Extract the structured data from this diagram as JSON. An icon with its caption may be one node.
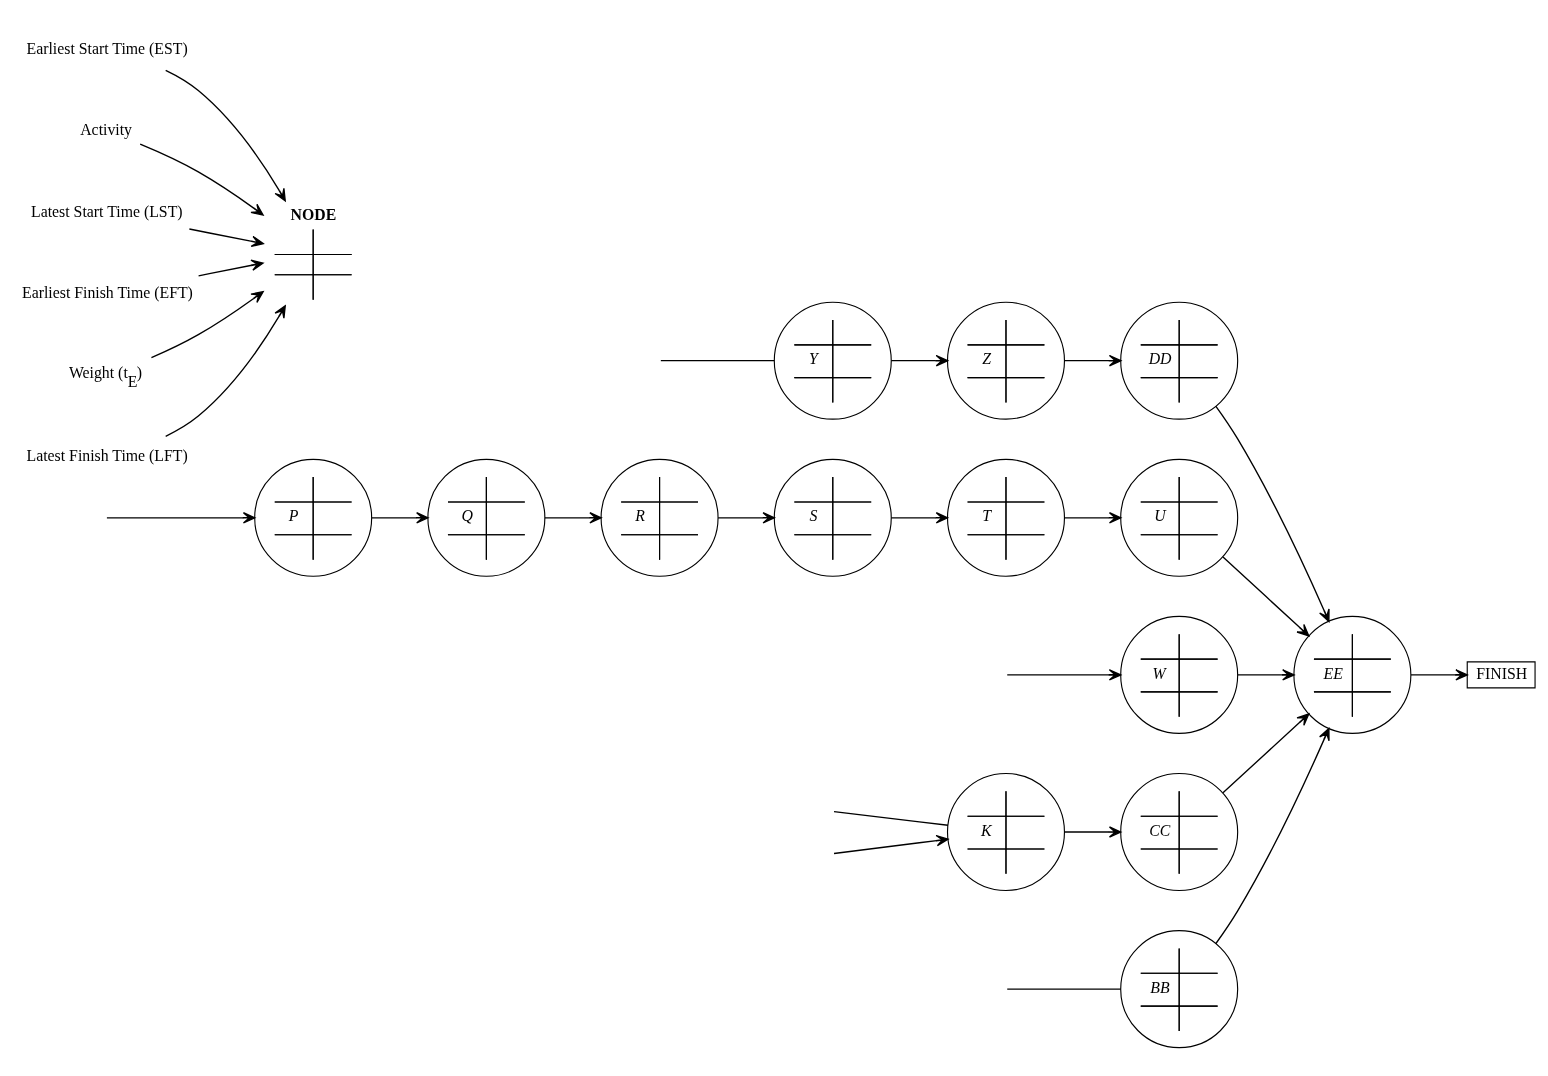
{
  "diagram": {
    "nodes": [
      {
        "text": [
          "BB"
        ]
      },
      {
        "text": [
          "Y"
        ]
      },
      {
        "text": [
          "Z"
        ]
      },
      {
        "text": [
          "DD"
        ]
      },
      {
        "text": [
          "P"
        ]
      },
      {
        "text": [
          "Q"
        ]
      },
      {
        "text": [
          "R"
        ]
      },
      {
        "text": [
          "S"
        ]
      },
      {
        "text": [
          "T"
        ]
      },
      {
        "text": [
          "U"
        ]
      },
      {
        "text": [
          "EE"
        ]
      },
      {
        "text": [
          "FINISH"
        ]
      },
      {
        "text": [
          "W"
        ]
      },
      {
        "text": [
          "K"
        ]
      },
      {
        "text": [
          "CC"
        ]
      },
      {
        "text": [
          "NODE"
        ]
      },
      {
        "text": [
          "Earliest Start Time (EST)"
        ]
      },
      {
        "text": [
          "Activity"
        ]
      },
      {
        "text": [
          "Latest Start Time (LST)"
        ]
      },
      {
        "text": [
          "Earliest Finish Time (EFT)"
        ]
      },
      {
        "text": [
          "Weight (t$_{E}$)"
        ]
      },
      {
        "text": [
          "Latest Finish Time (LFT)"
        ]
      }
    ],
    "edges": [
      {
        "from": null,
        "to": 0,
        "arrow": "none"
      },
      {
        "from": 0,
        "to": 10,
        "arrow": "to"
      },
      {
        "from": null,
        "to": 1,
        "arrow": "none"
      },
      {
        "from": 1,
        "to": 2,
        "arrow": "to"
      },
      {
        "from": 2,
        "to": 3,
        "arrow": "to"
      },
      {
        "from": 3,
        "to": 10,
        "arrow": "to"
      },
      {
        "from": null,
        "to": 4,
        "arrow": "to"
      },
      {
        "from": 4,
        "to": 5,
        "arrow": "to"
      },
      {
        "from": 5,
        "to": 6,
        "arrow": "to"
      },
      {
        "from": 6,
        "to": 7,
        "arrow": "to"
      },
      {
        "from": 7,
        "to": 8,
        "arrow": "to"
      },
      {
        "from": 8,
        "to": 9,
        "arrow": "to"
      },
      {
        "from": 9,
        "to": 10,
        "arrow": "to"
      },
      {
        "from": 10,
        "to": 11,
        "arrow": "to"
      },
      {
        "from": null,
        "to": 12,
        "arrow": "to"
      },
      {
        "from": 12,
        "to": 10,
        "arrow": "to"
      },
      {
        "from": null,
        "to": 13,
        "arrow": "none"
      },
      {
        "from": null,
        "to": 13,
        "arrow": "to"
      },
      {
        "from": 13,
        "to": 14,
        "arrow": "to"
      },
      {
        "from": 14,
        "to": 10,
        "arrow": "to"
      },
      {
        "from": 16,
        "to": 15,
        "arrow": "to"
      },
      {
        "from": 17,
        "to": 15,
        "arrow": "to"
      },
      {
        "from": 18,
        "to": 15,
        "arrow": "to"
      },
      {
        "from": 19,
        "to": 15,
        "arrow": "to"
      },
      {
        "from": 20,
        "to": 15,
        "arrow": "to"
      },
      {
        "from": 21,
        "to": 15,
        "arrow": "to"
      }
    ]
  }
}
